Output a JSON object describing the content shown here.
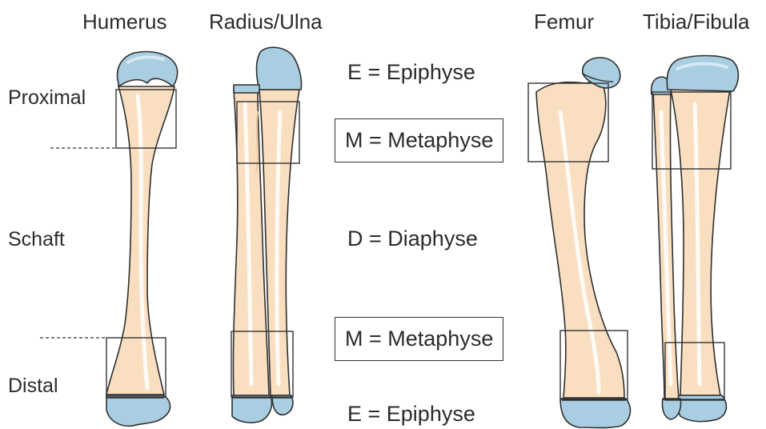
{
  "columns": {
    "humerus": "Humerus",
    "radius_ulna": "Radius/Ulna",
    "femur": "Femur",
    "tibia_fibula": "Tibia/Fibula"
  },
  "regions": {
    "proximal": "Proximal",
    "shaft": "Schaft",
    "distal": "Distal"
  },
  "legend": {
    "epiphysis_top": "E = Epiphyse",
    "metaphysis_top": "M = Metaphyse",
    "diaphysis": "D = Diaphyse",
    "metaphysis_bottom": "M = Metaphyse",
    "epiphysis_bottom": "E = Epiphyse"
  },
  "colors": {
    "bone_shaft": "#f9dfc0",
    "epiphysis": "#a9cde1",
    "outline": "#2f2f2f"
  }
}
